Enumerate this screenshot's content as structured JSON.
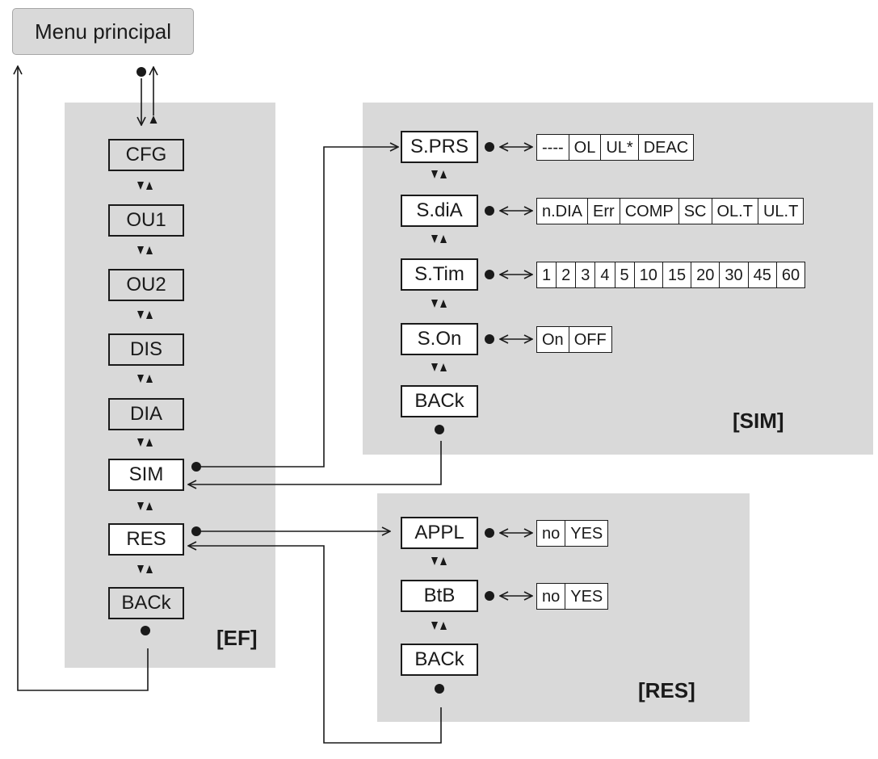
{
  "colors": {
    "panel": "#d9d9d9",
    "box_default": "#d9d9d9",
    "box_highlight": "#ffffff",
    "line": "#1a1a1a",
    "menu_bg": "#d9d9d9",
    "menu_border": "#a6a6a6"
  },
  "icons": {
    "enter": "bullet-icon",
    "navigate": "down-up-arrows-icon",
    "toggle": "double-arrow-icon",
    "flow": "arrow-icon"
  },
  "menu_principal": {
    "label": "Menu principal"
  },
  "ef": {
    "label": "[EF]",
    "items": [
      {
        "label": "CFG",
        "highlighted": false
      },
      {
        "label": "OU1",
        "highlighted": false
      },
      {
        "label": "OU2",
        "highlighted": false
      },
      {
        "label": "DIS",
        "highlighted": false
      },
      {
        "label": "DIA",
        "highlighted": false
      },
      {
        "label": "SIM",
        "highlighted": true
      },
      {
        "label": "RES",
        "highlighted": true
      },
      {
        "label": "BACk",
        "highlighted": false
      }
    ]
  },
  "sim": {
    "label": "[SIM]",
    "items": [
      {
        "label": "S.PRS",
        "options": [
          "----",
          "OL",
          "UL*",
          "DEAC"
        ]
      },
      {
        "label": "S.diA",
        "options": [
          "n.DIA",
          "Err",
          "COMP",
          "SC",
          "OL.T",
          "UL.T"
        ]
      },
      {
        "label": "S.Tim",
        "options": [
          "1",
          "2",
          "3",
          "4",
          "5",
          "10",
          "15",
          "20",
          "30",
          "45",
          "60"
        ]
      },
      {
        "label": "S.On",
        "options": [
          "On",
          "OFF"
        ]
      },
      {
        "label": "BACk"
      }
    ]
  },
  "res": {
    "label": "[RES]",
    "items": [
      {
        "label": "APPL",
        "options": [
          "no",
          "YES"
        ]
      },
      {
        "label": "BtB",
        "options": [
          "no",
          "YES"
        ]
      },
      {
        "label": "BACk"
      }
    ]
  }
}
